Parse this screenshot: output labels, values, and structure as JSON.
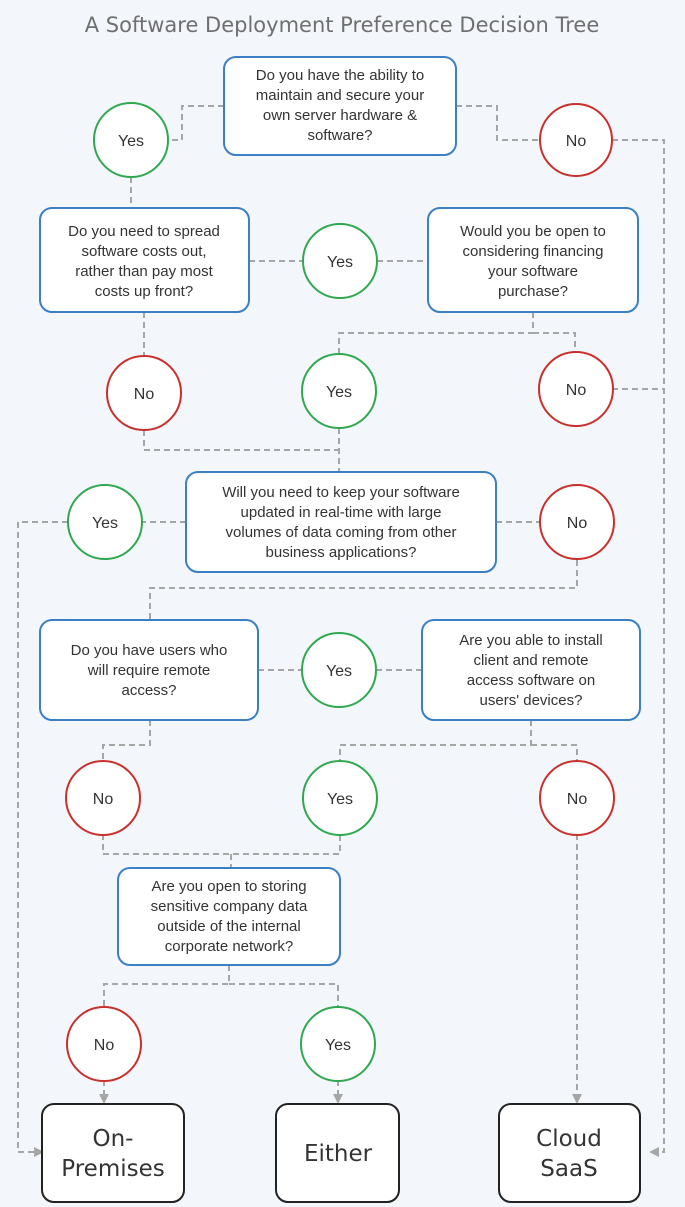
{
  "title": "A Software Deployment Preference Decision Tree",
  "questions": {
    "q1": [
      "Do you have the  ability to",
      "maintain and secure your",
      "own server hardware &",
      "software?"
    ],
    "q2": [
      "Do you need to spread",
      "software costs out,",
      "rather than pay most",
      "costs up front?"
    ],
    "q3": [
      "Would you be open to",
      "considering financing",
      "your software",
      "purchase?"
    ],
    "q4": [
      "Will you need to keep your software",
      "updated in real-time with large",
      "volumes of data coming from other",
      "business applications?"
    ],
    "q5": [
      "Do you have users who",
      "will require remote",
      "access?"
    ],
    "q6": [
      "Are you able to install",
      "client and remote",
      "access software on",
      "users' devices?"
    ],
    "q7": [
      "Are you open to storing",
      "sensitive company data",
      "outside of the internal",
      "corporate network?"
    ]
  },
  "answers": {
    "yes": "Yes",
    "no": "No"
  },
  "outcomes": {
    "on_premises": [
      "On-",
      "Premises"
    ],
    "either": [
      "Either"
    ],
    "cloud": [
      "Cloud",
      "SaaS"
    ]
  },
  "colors": {
    "question_border": "#3b7fc4",
    "yes_border": "#2fa84f",
    "no_border": "#c9302c",
    "outcome_border": "#222222",
    "connector": "#a6a6a6"
  }
}
